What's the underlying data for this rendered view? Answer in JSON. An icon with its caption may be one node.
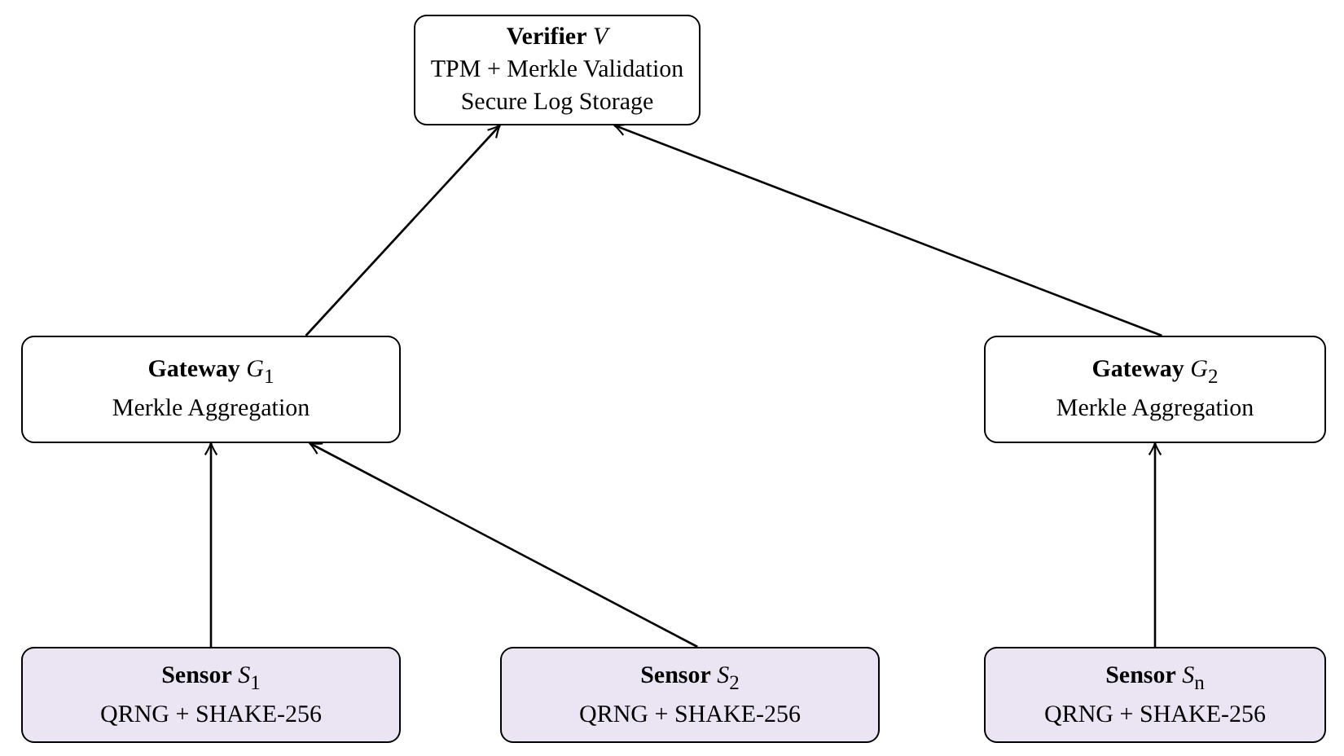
{
  "diagram": {
    "nodes": [
      {
        "text": [
          "**Verifier** *V*",
          "TPM + Merkle Validation",
          "Secure Log Storage"
        ]
      },
      {
        "text": [
          "**Gateway** *G*$_{1}$",
          "Merkle Aggregation"
        ]
      },
      {
        "text": [
          "**Gateway** *G*$_{2}$",
          "Merkle Aggregation"
        ]
      },
      {
        "text": [
          "**Sensor** *S*$_{1}$",
          "QRNG + SHAKE-256"
        ]
      },
      {
        "text": [
          "**Sensor** *S*$_{2}$",
          "QRNG + SHAKE-256"
        ]
      },
      {
        "text": [
          "**Sensor** *S*$_{n}$",
          "QRNG + SHAKE-256"
        ]
      }
    ],
    "edges": [
      {
        "from": 3,
        "to": 1,
        "arrow": "to"
      },
      {
        "from": 4,
        "to": 1,
        "arrow": "to"
      },
      {
        "from": 5,
        "to": 2,
        "arrow": "to"
      },
      {
        "from": 1,
        "to": 0,
        "arrow": "to"
      },
      {
        "from": 2,
        "to": 0,
        "arrow": "to"
      }
    ]
  }
}
